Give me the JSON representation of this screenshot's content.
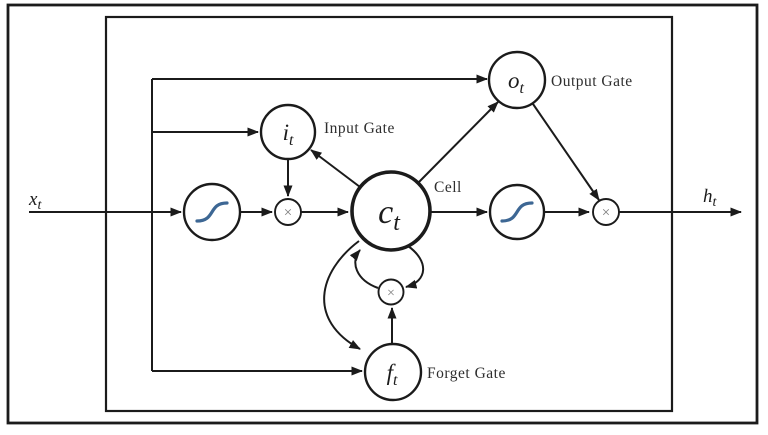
{
  "io": {
    "input": {
      "symbol": "x",
      "sub": "t"
    },
    "output": {
      "symbol": "h",
      "sub": "t"
    }
  },
  "nodes": {
    "input_gate": {
      "symbol": "i",
      "sub": "t",
      "label": "Input Gate"
    },
    "output_gate": {
      "symbol": "o",
      "sub": "t",
      "label": "Output Gate"
    },
    "forget_gate": {
      "symbol": "f",
      "sub": "t",
      "label": "Forget Gate"
    },
    "cell": {
      "symbol": "c",
      "sub": "t",
      "label": "Cell"
    }
  },
  "operators": {
    "multiply": "×"
  },
  "colors": {
    "line": "#1b1b1b",
    "sigmoid_curve": "#3d6794",
    "multiply_glyph": "#7d7d7d",
    "label_text": "#2e2e2e",
    "background": "#ffffff"
  }
}
